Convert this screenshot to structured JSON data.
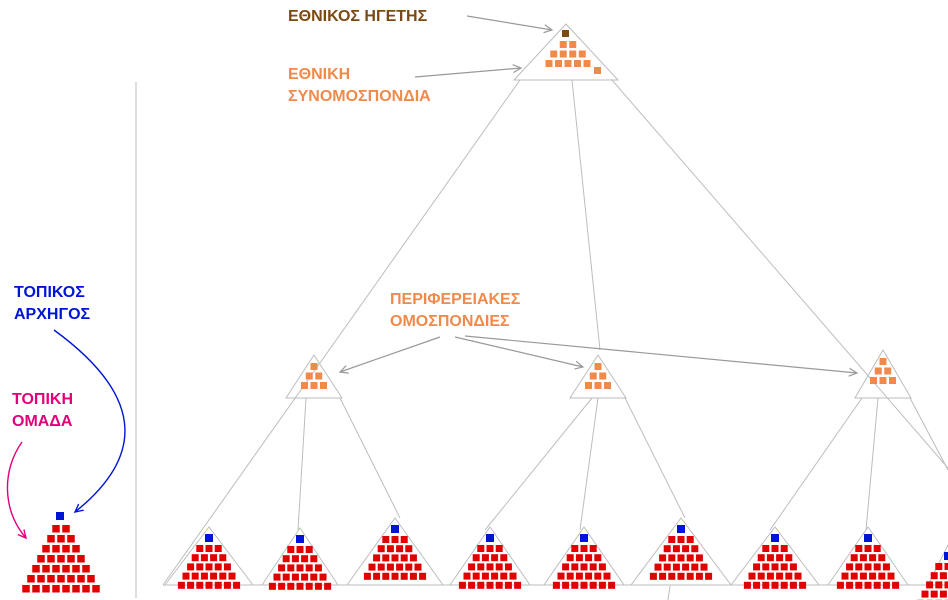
{
  "labels": {
    "national_leader": "ΕΘΝΙΚΟΣ ΗΓΕΤΗΣ",
    "national_federation": [
      "ΕΘΝΙΚΗ",
      "ΣΥΝΟΜΟΣΠΟΝΔΙΑ"
    ],
    "regional_federations": [
      "ΠΕΡΙΦΕΡΕΙΑΚΕΣ",
      "ΟΜΟΣΠΟΝΔΙΕΣ"
    ],
    "local_leader": [
      "ΤΟΠΙΚΟΣ",
      "ΑΡΧΗΓΟΣ"
    ],
    "local_team": [
      "ΤΟΠΙΚΗ",
      "ΟΜΑΔΑ"
    ]
  },
  "colors": {
    "national_leader": "#7b4a12",
    "federation": "#f08a4b",
    "local_leader": "#0014d6",
    "local_team": "#e2007a",
    "team_member": "#e00000",
    "lines": "#bdbdbd"
  }
}
